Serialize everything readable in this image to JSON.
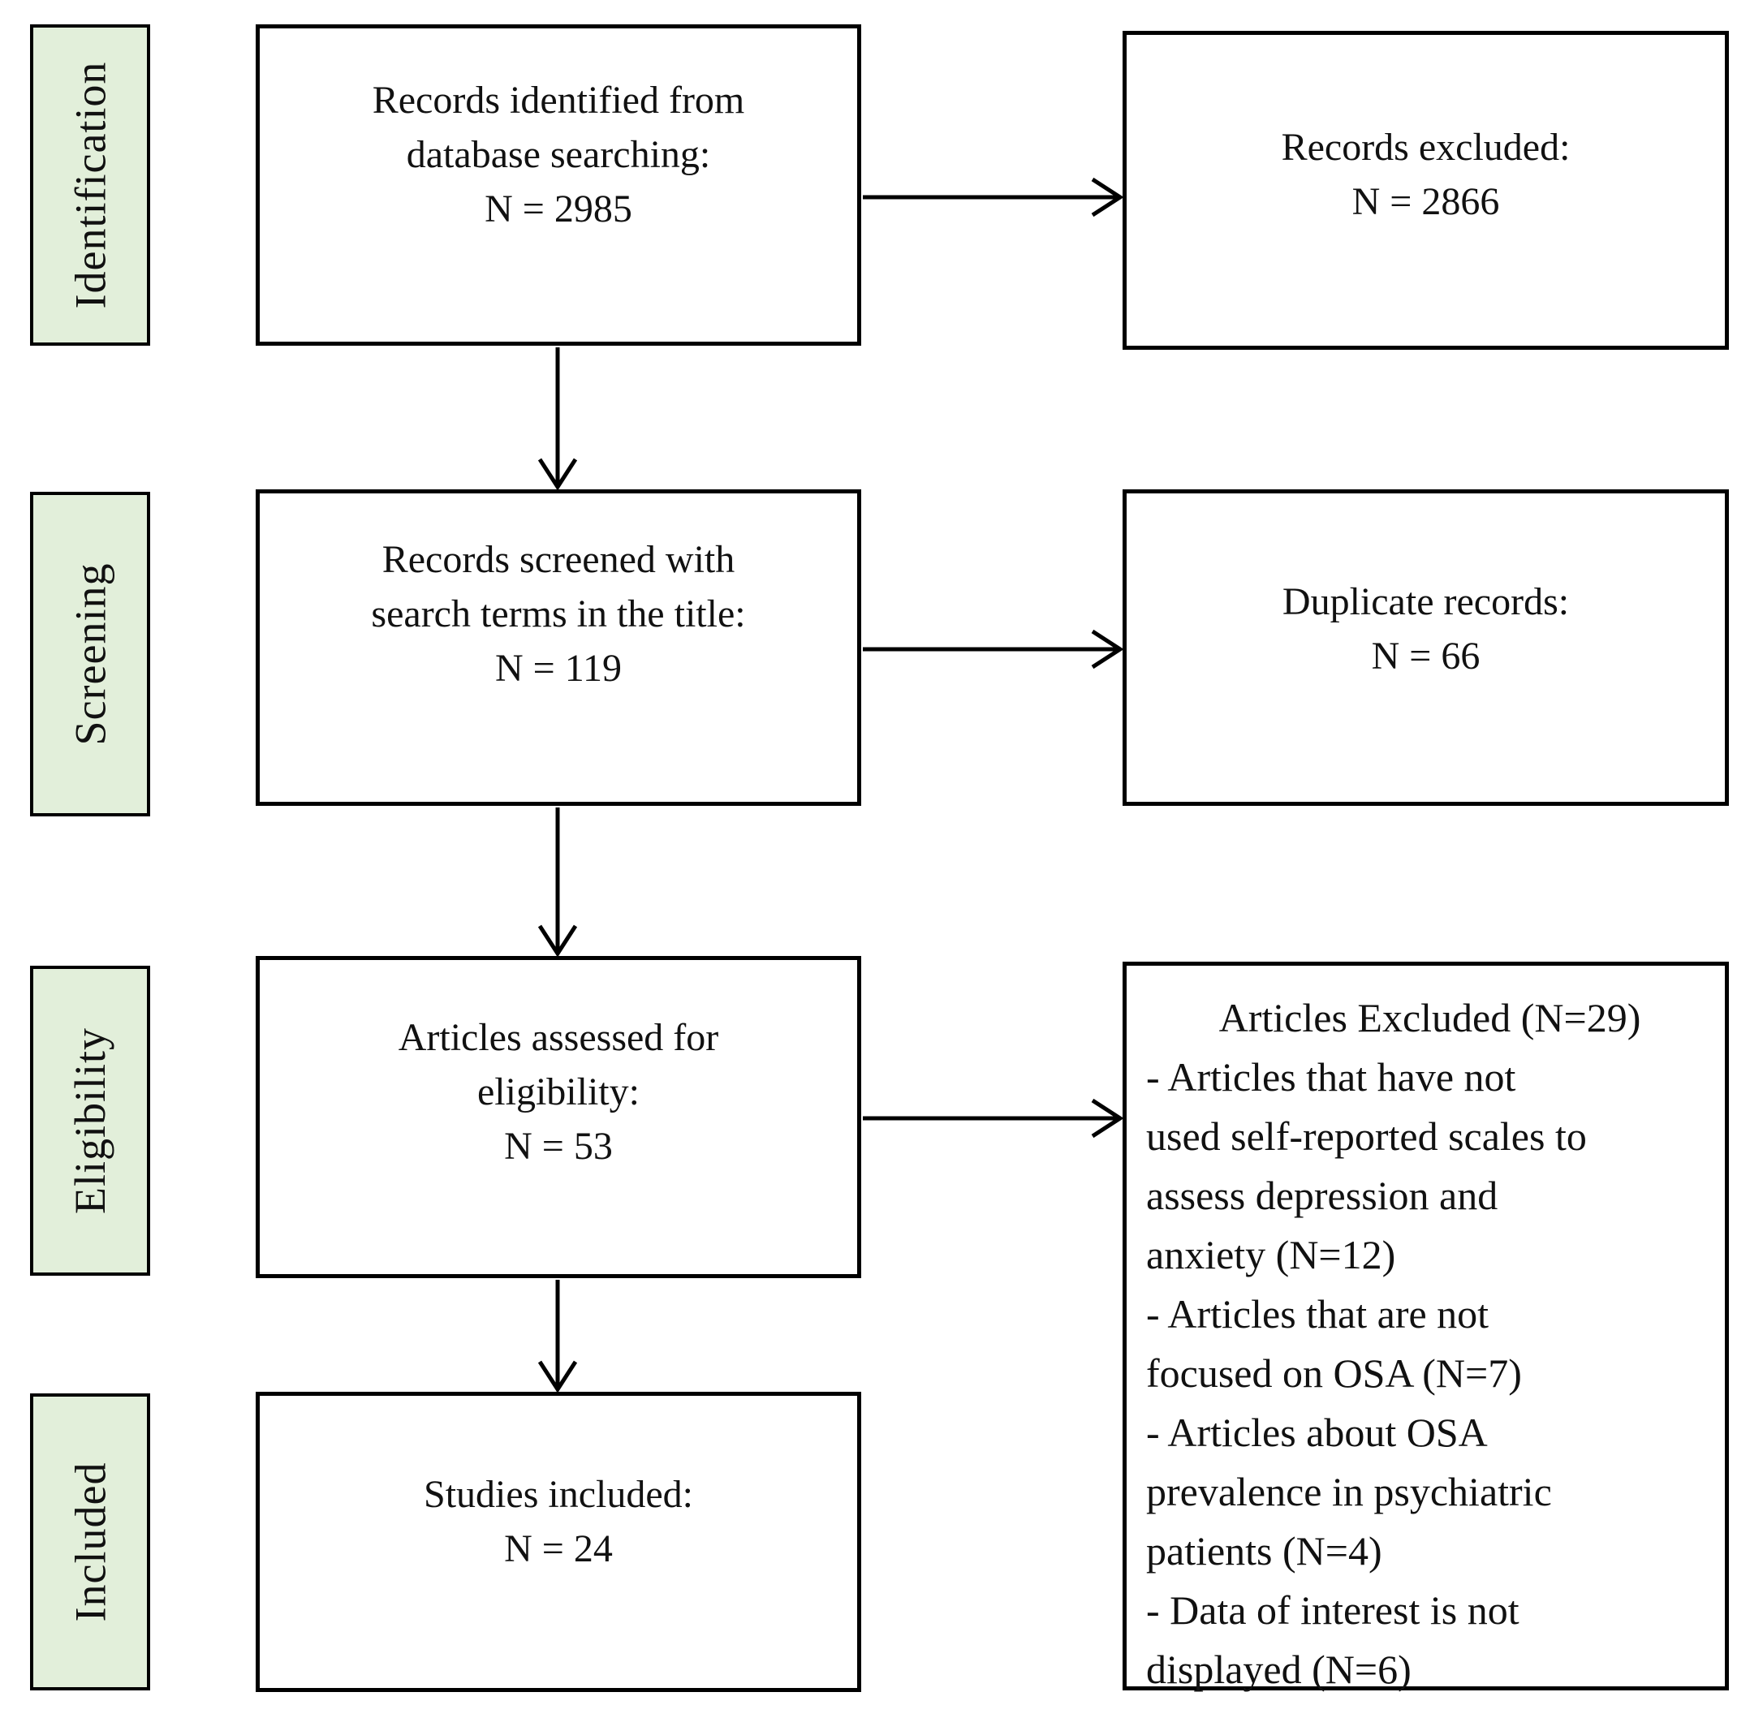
{
  "diagram": {
    "type": "prisma-flowchart",
    "stages": [
      {
        "label": "Identification"
      },
      {
        "label": "Screening"
      },
      {
        "label": "Eligibility"
      },
      {
        "label": "Included"
      }
    ],
    "main_boxes": [
      {
        "text": "Records identified from\ndatabase searching:\nN = 2985"
      },
      {
        "text": "Records screened with\nsearch terms in the title:\nN = 119"
      },
      {
        "text": "Articles assessed for\neligibility:\nN = 53"
      },
      {
        "text": "Studies included:\nN = 24"
      }
    ],
    "side_boxes": [
      {
        "text": "Records excluded:\nN = 2866"
      },
      {
        "text": "Duplicate records:\nN = 66"
      },
      {
        "title": "Articles Excluded (N=29)",
        "details": "- Articles that have not\nused self-reported scales to\nassess depression and\nanxiety (N=12)\n- Articles that are not\nfocused on OSA (N=7)\n- Articles about OSA\nprevalence in psychiatric\npatients (N=4)\n- Data of interest is not\ndisplayed (N=6)"
      }
    ],
    "counts": {
      "identified": 2985,
      "excluded_records": 2866,
      "screened": 119,
      "duplicates": 66,
      "assessed": 53,
      "articles_excluded": 29,
      "excluded_no_self_reported_scales": 12,
      "excluded_not_osa": 7,
      "excluded_osa_prevalence_psychiatric": 4,
      "excluded_data_not_displayed": 6,
      "included": 24
    },
    "colors": {
      "stage_fill": "#e2efda",
      "border": "#000000",
      "background": "#ffffff"
    }
  }
}
